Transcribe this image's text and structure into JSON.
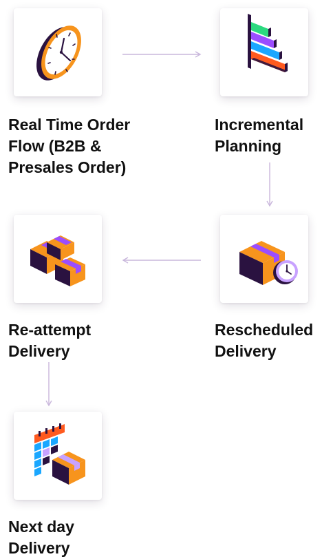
{
  "steps": [
    {
      "id": "order-flow",
      "title_lines": [
        "Real Time Order",
        "Flow (B2B &",
        "Presales Order)"
      ],
      "icon": "clock-icon"
    },
    {
      "id": "incremental-planning",
      "title_lines": [
        "Incremental",
        "Planning"
      ],
      "icon": "stacked-bars-icon"
    },
    {
      "id": "rescheduled-delivery",
      "title_lines": [
        "Rescheduled",
        "Delivery"
      ],
      "icon": "box-clock-icon"
    },
    {
      "id": "reattempt-delivery",
      "title_lines": [
        "Re-attempt",
        "Delivery"
      ],
      "icon": "stacked-boxes-icon"
    },
    {
      "id": "nextday-delivery",
      "title_lines": [
        "Next day",
        "Delivery"
      ],
      "icon": "calendar-box-icon"
    }
  ],
  "colors": {
    "orange": "#F7941D",
    "navy": "#2A1240",
    "purple": "#9B4DFF",
    "light_purple": "#C8A2FF",
    "green": "#2BD97F",
    "blue": "#1AA7FF",
    "red_orange": "#FF5A1F",
    "arrow": "#C9B7DC"
  }
}
